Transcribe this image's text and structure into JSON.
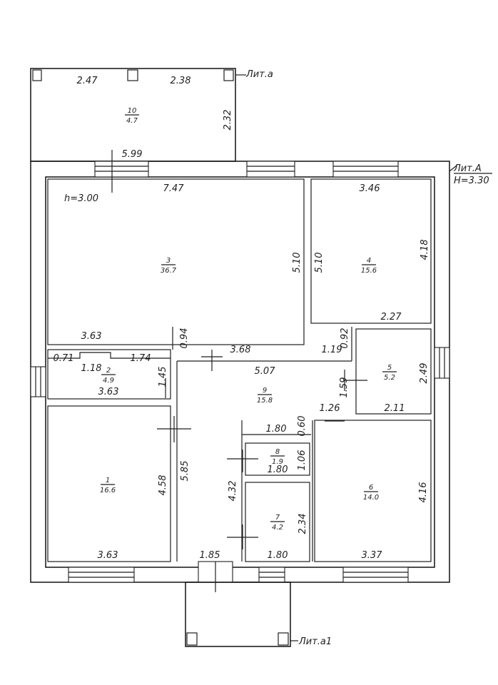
{
  "labels": {
    "lit_a_small": "Лит.а",
    "lit_A": "Лит.А",
    "height_main": "H=3.30",
    "height_room": "h=3.00",
    "lit_a1": "Лит.а1"
  },
  "rooms": [
    {
      "num": "10",
      "area": "4.7"
    },
    {
      "num": "3",
      "area": "36.7"
    },
    {
      "num": "4",
      "area": "15.6"
    },
    {
      "num": "2",
      "area": "4.9"
    },
    {
      "num": "5",
      "area": "5.2"
    },
    {
      "num": "9",
      "area": "15.8"
    },
    {
      "num": "1",
      "area": "16.6"
    },
    {
      "num": "8",
      "area": "1.9"
    },
    {
      "num": "7",
      "area": "4.2"
    },
    {
      "num": "6",
      "area": "14.0"
    }
  ],
  "dims": [
    "2.47",
    "2.38",
    "2.32",
    "5.99",
    "7.47",
    "3.46",
    "5.10",
    "5.10",
    "4.18",
    "2.27",
    "3.63",
    "0.94",
    "3.68",
    "1.19",
    "0.92",
    "0.71",
    "1.18",
    "1.74",
    "1.45",
    "5.07",
    "1.59",
    "2.49",
    "3.63",
    "1.26",
    "2.11",
    "1.80",
    "0.60",
    "1.06",
    "1.80",
    "5.85",
    "4.58",
    "4.32",
    "4.16",
    "2.34",
    "3.63",
    "1.85",
    "1.80",
    "3.37"
  ]
}
